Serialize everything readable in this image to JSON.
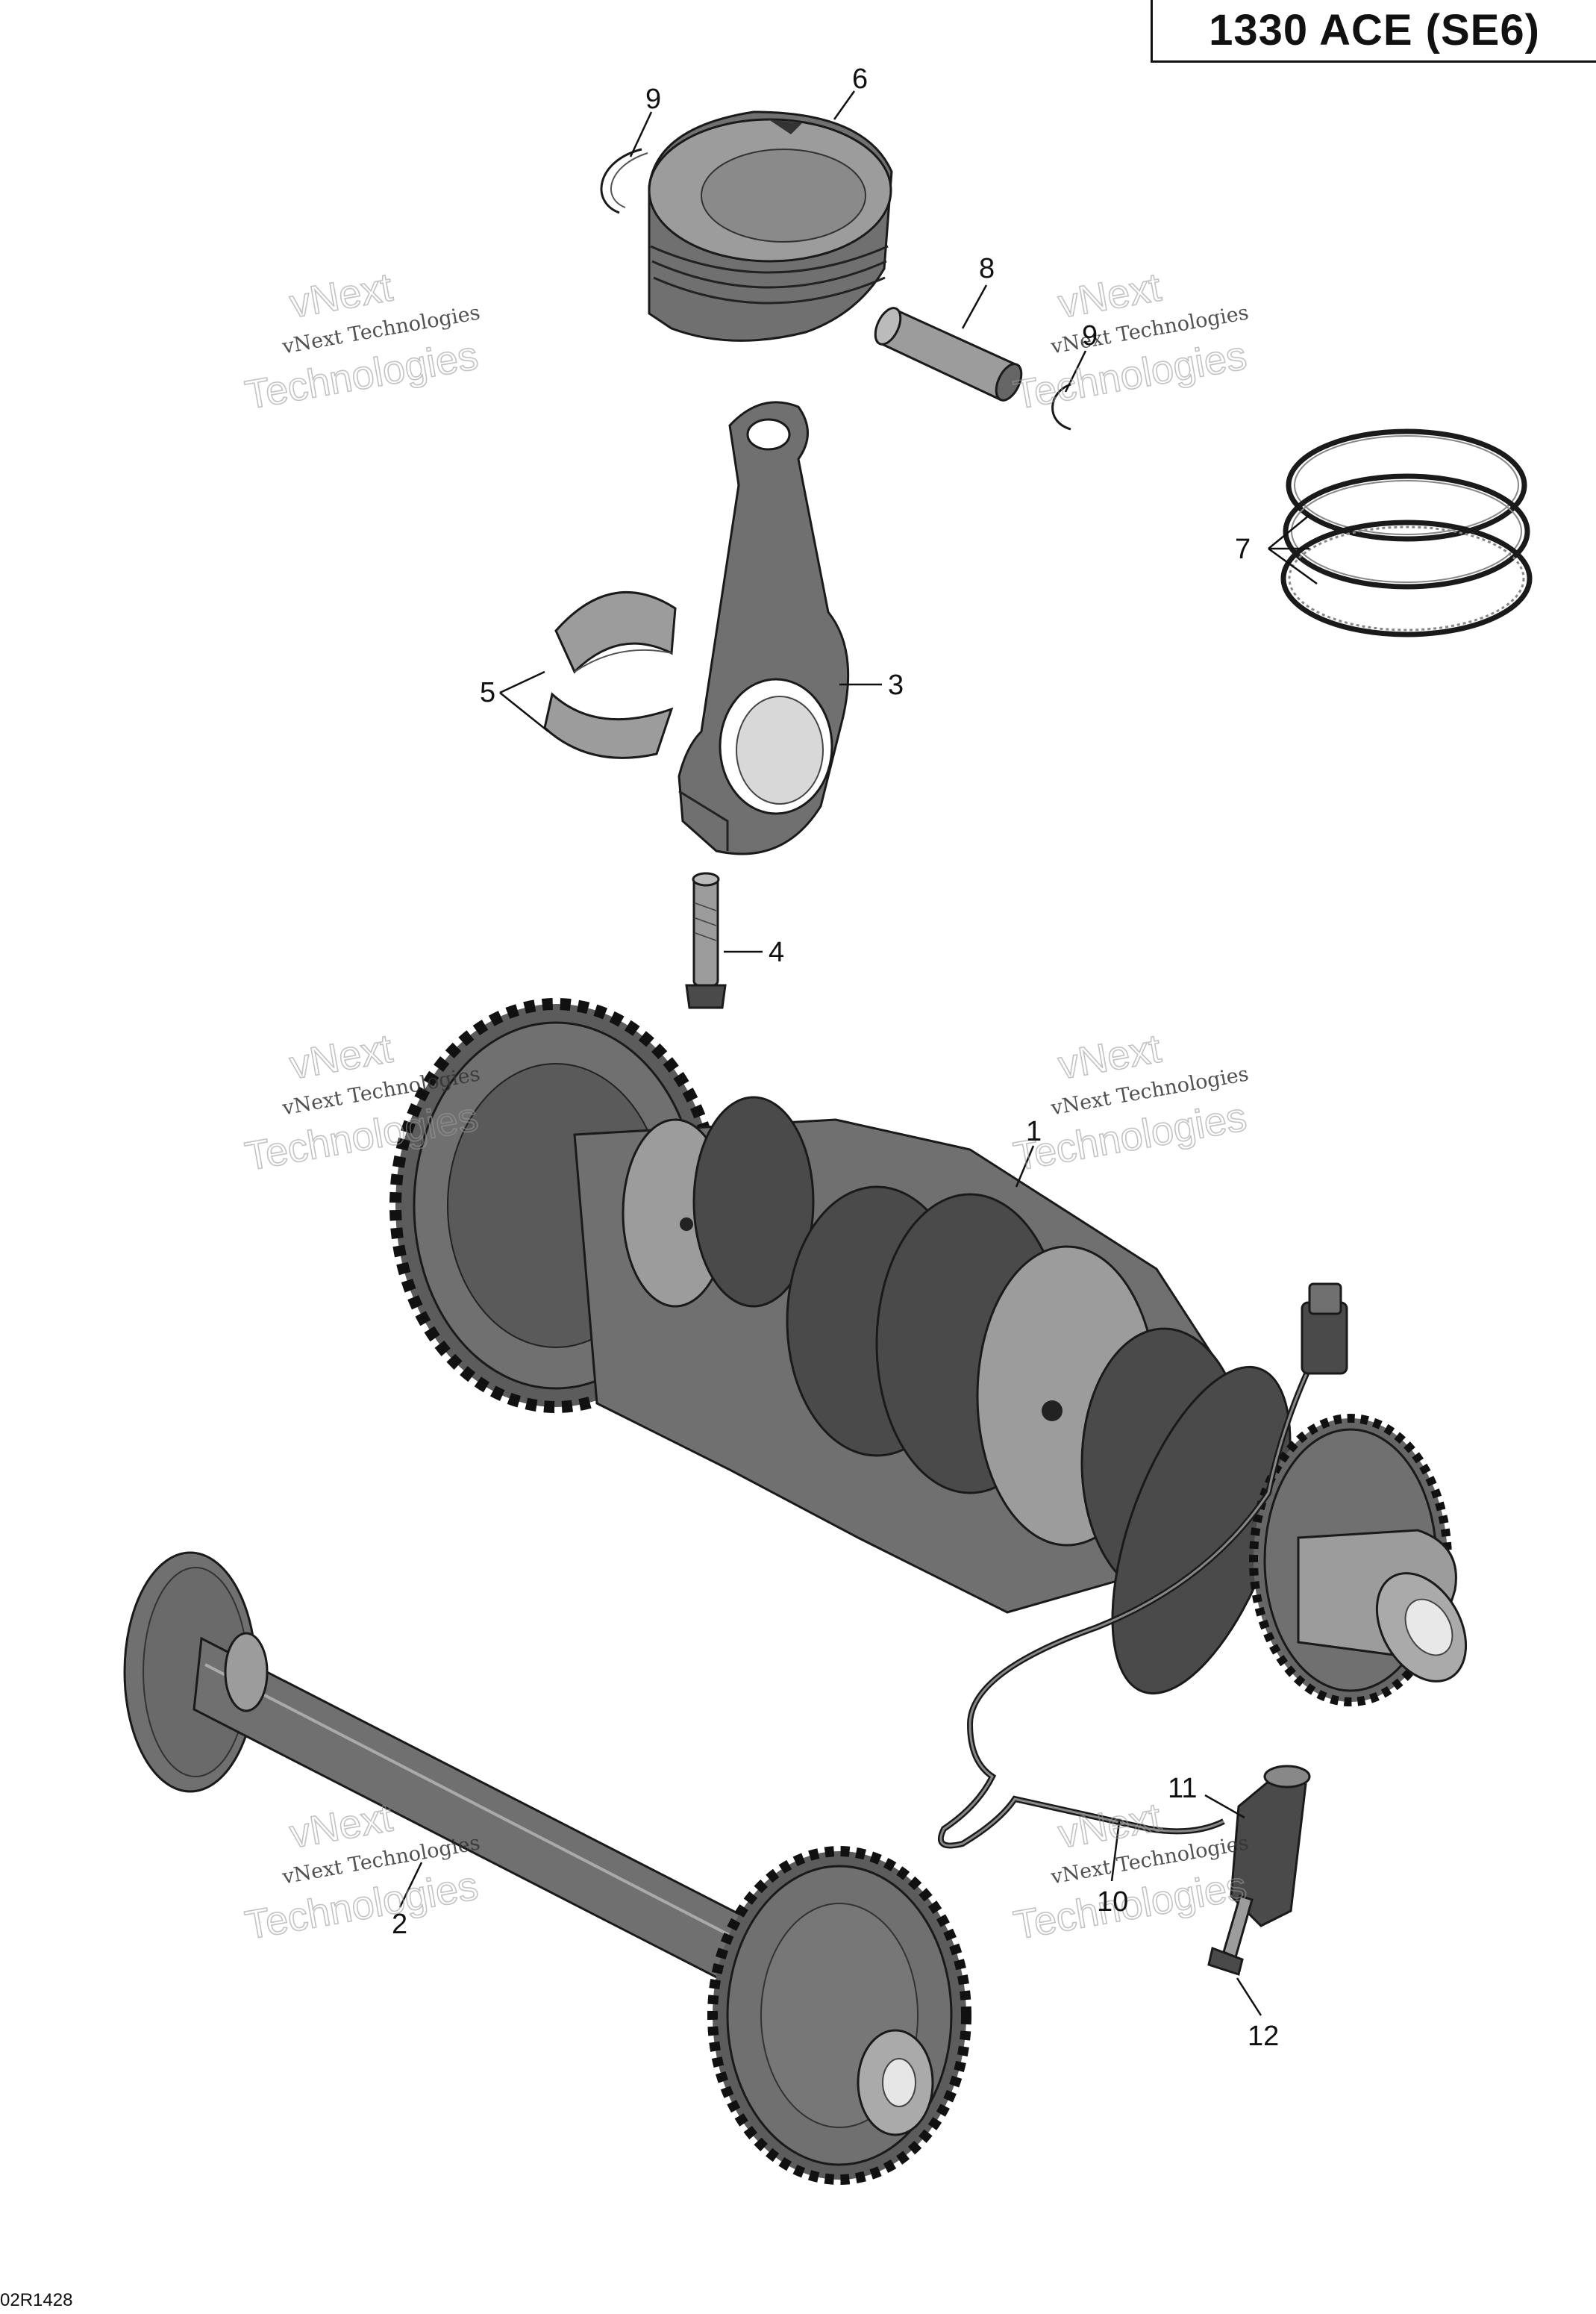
{
  "header": {
    "model_label": "1330 ACE (SE6)"
  },
  "footer": {
    "doc_code": "02R1428"
  },
  "callouts": {
    "c1": "1",
    "c2": "2",
    "c3": "3",
    "c4": "4",
    "c5": "5",
    "c6": "6",
    "c7": "7",
    "c8": "8",
    "c9a": "9",
    "c9b": "9",
    "c10": "10",
    "c11": "11",
    "c12": "12"
  },
  "watermark": {
    "line1": "vNext Technologies",
    "line2": "Technologies",
    "line3": "vNext"
  },
  "colors": {
    "part_dark": "#4a4a4a",
    "part_mid": "#707070",
    "part_light": "#9c9c9c",
    "ink": "#111111"
  }
}
